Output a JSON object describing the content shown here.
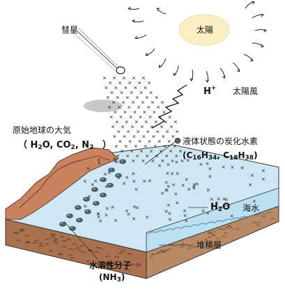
{
  "labels": {
    "comet": "彗星",
    "sun": "太陽",
    "solar_wind": "太陽風",
    "hydrogen_ion": {
      "base": "H",
      "charge": "+"
    },
    "atmosphere_title": "原始地球の大気",
    "atmosphere_gases": {
      "open": "（",
      "h2o": {
        "a": "H",
        "sub": "2",
        "b": "O,"
      },
      "co2": {
        "a": "CO",
        "sub": "2",
        "b": ","
      },
      "n2": {
        "a": "N",
        "sub": "2"
      },
      "close": "）"
    },
    "hydrocarbon_title": "液体状態の炭化水素",
    "hydrocarbon_formula": {
      "open": "(C",
      "n1": "16",
      "h1": "H",
      "n2": "34",
      "mid": ", C",
      "n3": "18",
      "h2": "H",
      "n4": "38",
      "close": ")"
    },
    "water_formula": {
      "a": "H",
      "sub": "2",
      "b": "O"
    },
    "seawater": "海水",
    "sediment_layer": "堆積層",
    "water_soluble_molecule": "水溶性分子",
    "ammonia": {
      "open": "(NH",
      "sub": "3",
      "close": ")"
    }
  },
  "colors": {
    "sun_fill": "#fbeec0",
    "sea_top": "#cfe7f5",
    "sea_front": "#bcdff2",
    "land": "#c9835e",
    "land_dark": "#a45f3e",
    "sediment": "#a9714f",
    "sediment_dark": "#5a3a28",
    "comet_shadow": "#c8c8c8",
    "molecule_dot": "#4a6a6a"
  }
}
